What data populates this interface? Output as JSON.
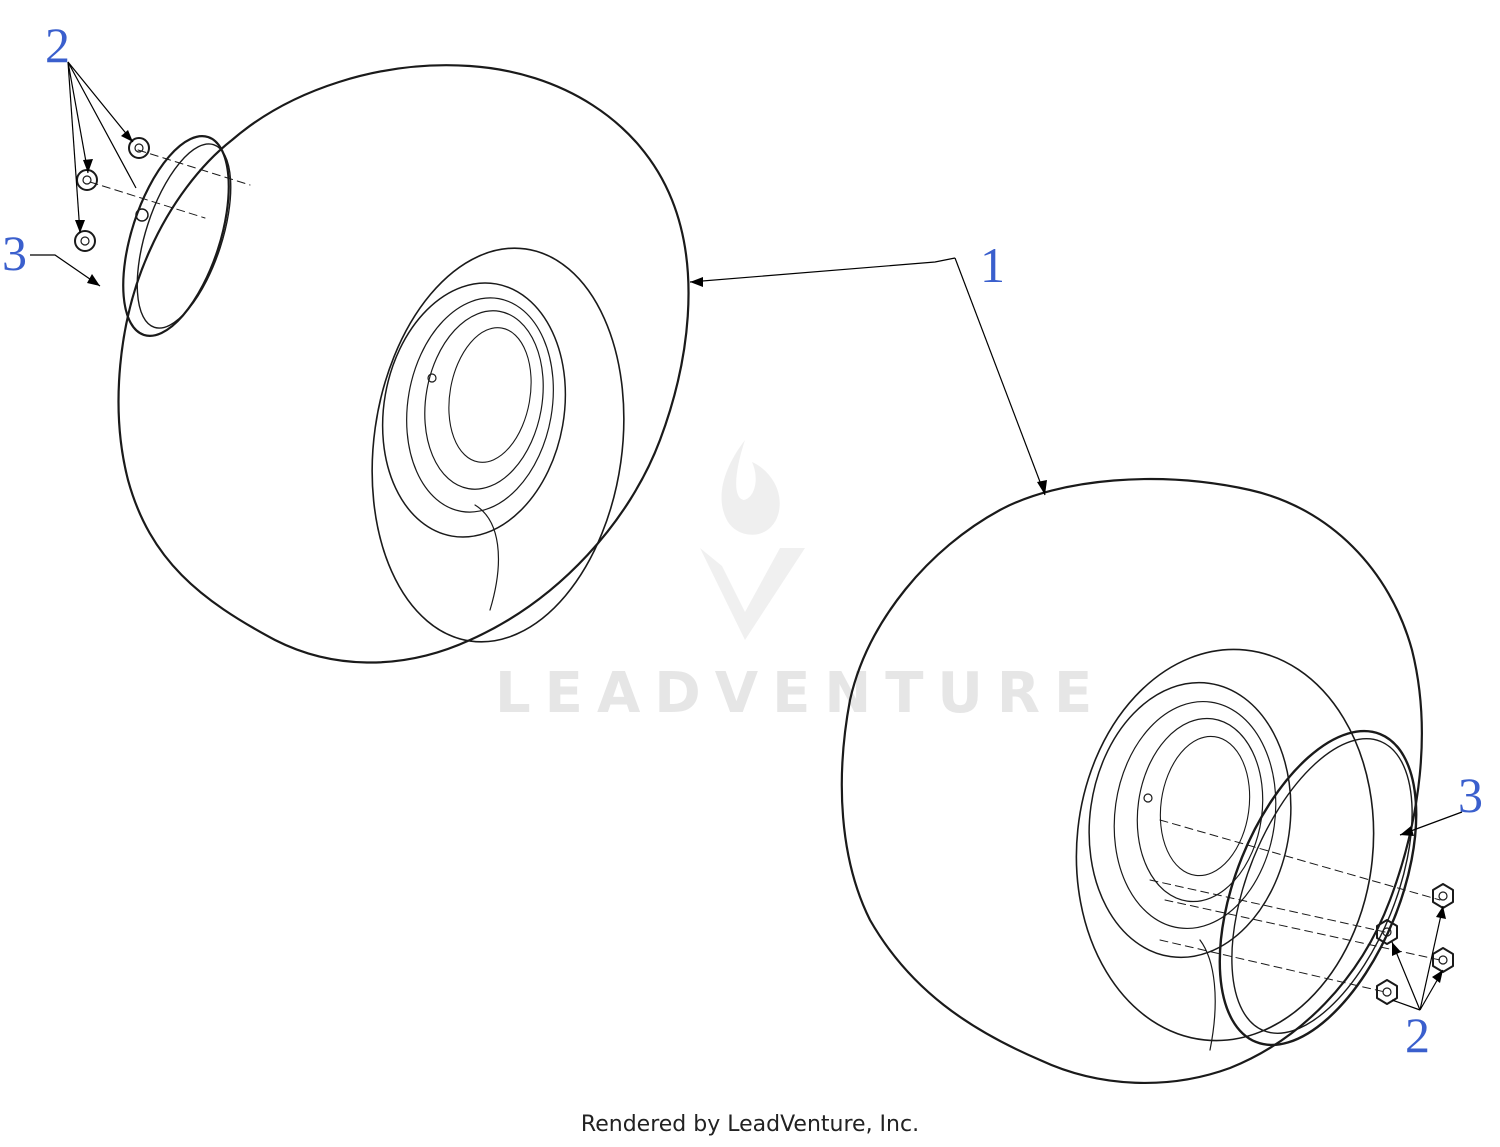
{
  "callouts": {
    "c1": "1",
    "c2_left": "2",
    "c3_left": "3",
    "c3_right": "3",
    "c2_right": "2"
  },
  "watermark": {
    "text": "LEADVENTURE",
    "logo": "flame-v-logo"
  },
  "footer": {
    "credit": "Rendered by LeadVenture, Inc."
  },
  "colors": {
    "callout": "#3a5fcd",
    "line": "#1a1a1a",
    "watermark": "#e6e6e6"
  }
}
